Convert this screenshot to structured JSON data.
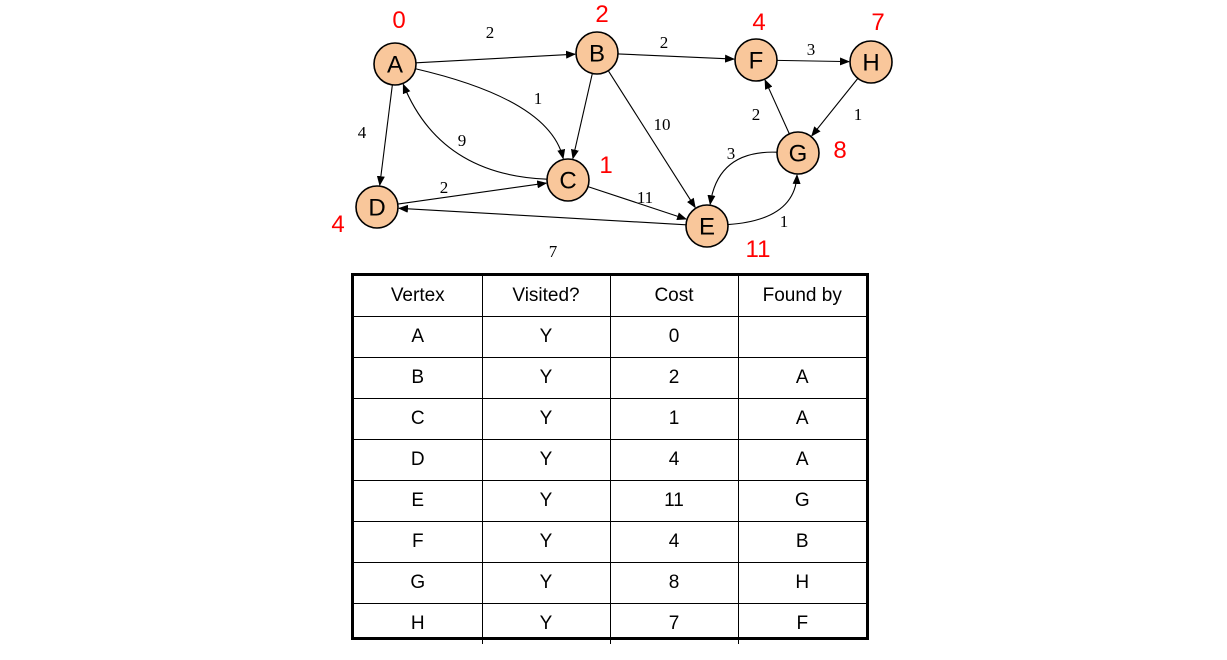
{
  "graph": {
    "nodes": [
      {
        "id": "A",
        "cost": "0"
      },
      {
        "id": "B",
        "cost": "2"
      },
      {
        "id": "C",
        "cost": "1"
      },
      {
        "id": "D",
        "cost": "4"
      },
      {
        "id": "E",
        "cost": "11"
      },
      {
        "id": "F",
        "cost": "4"
      },
      {
        "id": "G",
        "cost": "8"
      },
      {
        "id": "H",
        "cost": "7"
      }
    ],
    "edges": [
      {
        "from": "A",
        "to": "B",
        "weight": "2"
      },
      {
        "from": "A",
        "to": "C",
        "weight": "1"
      },
      {
        "from": "A",
        "to": "D",
        "weight": "4"
      },
      {
        "from": "C",
        "to": "A",
        "weight": "9"
      },
      {
        "from": "B",
        "to": "C",
        "weight": ""
      },
      {
        "from": "B",
        "to": "F",
        "weight": "2"
      },
      {
        "from": "B",
        "to": "E",
        "weight": "10"
      },
      {
        "from": "D",
        "to": "C",
        "weight": "2"
      },
      {
        "from": "C",
        "to": "E",
        "weight": "11"
      },
      {
        "from": "E",
        "to": "D",
        "weight": "7"
      },
      {
        "from": "E",
        "to": "G",
        "weight": "1"
      },
      {
        "from": "G",
        "to": "E",
        "weight": "3"
      },
      {
        "from": "G",
        "to": "F",
        "weight": "2"
      },
      {
        "from": "F",
        "to": "H",
        "weight": "3"
      },
      {
        "from": "H",
        "to": "G",
        "weight": "1"
      }
    ]
  },
  "table": {
    "headers": [
      "Vertex",
      "Visited?",
      "Cost",
      "Found by"
    ],
    "rows": [
      [
        "A",
        "Y",
        "0",
        ""
      ],
      [
        "B",
        "Y",
        "2",
        "A"
      ],
      [
        "C",
        "Y",
        "1",
        "A"
      ],
      [
        "D",
        "Y",
        "4",
        "A"
      ],
      [
        "E",
        "Y",
        "11",
        "G"
      ],
      [
        "F",
        "Y",
        "4",
        "B"
      ],
      [
        "G",
        "Y",
        "8",
        "H"
      ],
      [
        "H",
        "Y",
        "7",
        "F"
      ]
    ]
  }
}
